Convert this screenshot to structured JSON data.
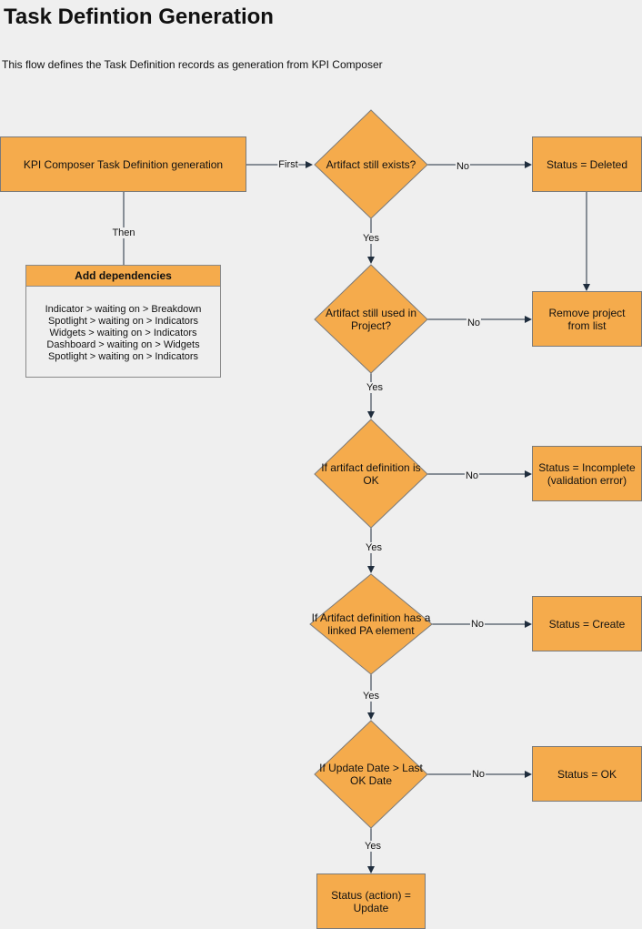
{
  "title": "Task Defintion Generation",
  "description": "This flow defines the Task Definition records as generation from KPI Composer",
  "colors": {
    "node_fill": "#f5ab4c",
    "node_border": "#7a7a7a",
    "edge": "#1f2d3d",
    "background": "#efefef"
  },
  "nodes": {
    "start": "KPI Composer Task Definition generation",
    "dependencies_title": "Add dependencies",
    "dependencies": [
      "Indicator > waiting on > Breakdown",
      "Spotlight > waiting on > Indicators",
      "Widgets > waiting on > Indicators",
      "Dashboard > waiting on > Widgets",
      "Spotlight > waiting on > Indicators"
    ],
    "decision_exists": "Artifact still exists?",
    "decision_used": "Artifact still used in Project?",
    "decision_ok": "If artifact definition is OK",
    "decision_linked": "If Artifact definition has a linked PA element",
    "decision_date": "If Update Date > Last OK Date",
    "status_deleted": "Status = Deleted",
    "remove_project": "Remove project from list",
    "status_incomplete": "Status = Incomplete (validation error)",
    "status_create": "Status = Create",
    "status_ok": "Status = OK",
    "status_update": "Status (action) = Update"
  },
  "edge_labels": {
    "first": "First",
    "then": "Then",
    "no_exists": "No",
    "yes_exists": "Yes",
    "no_used": "No",
    "yes_used": "Yes",
    "no_ok": "No",
    "yes_ok": "Yes",
    "no_linked": "No",
    "yes_linked": "Yes",
    "no_date": "No",
    "yes_date": "Yes"
  }
}
